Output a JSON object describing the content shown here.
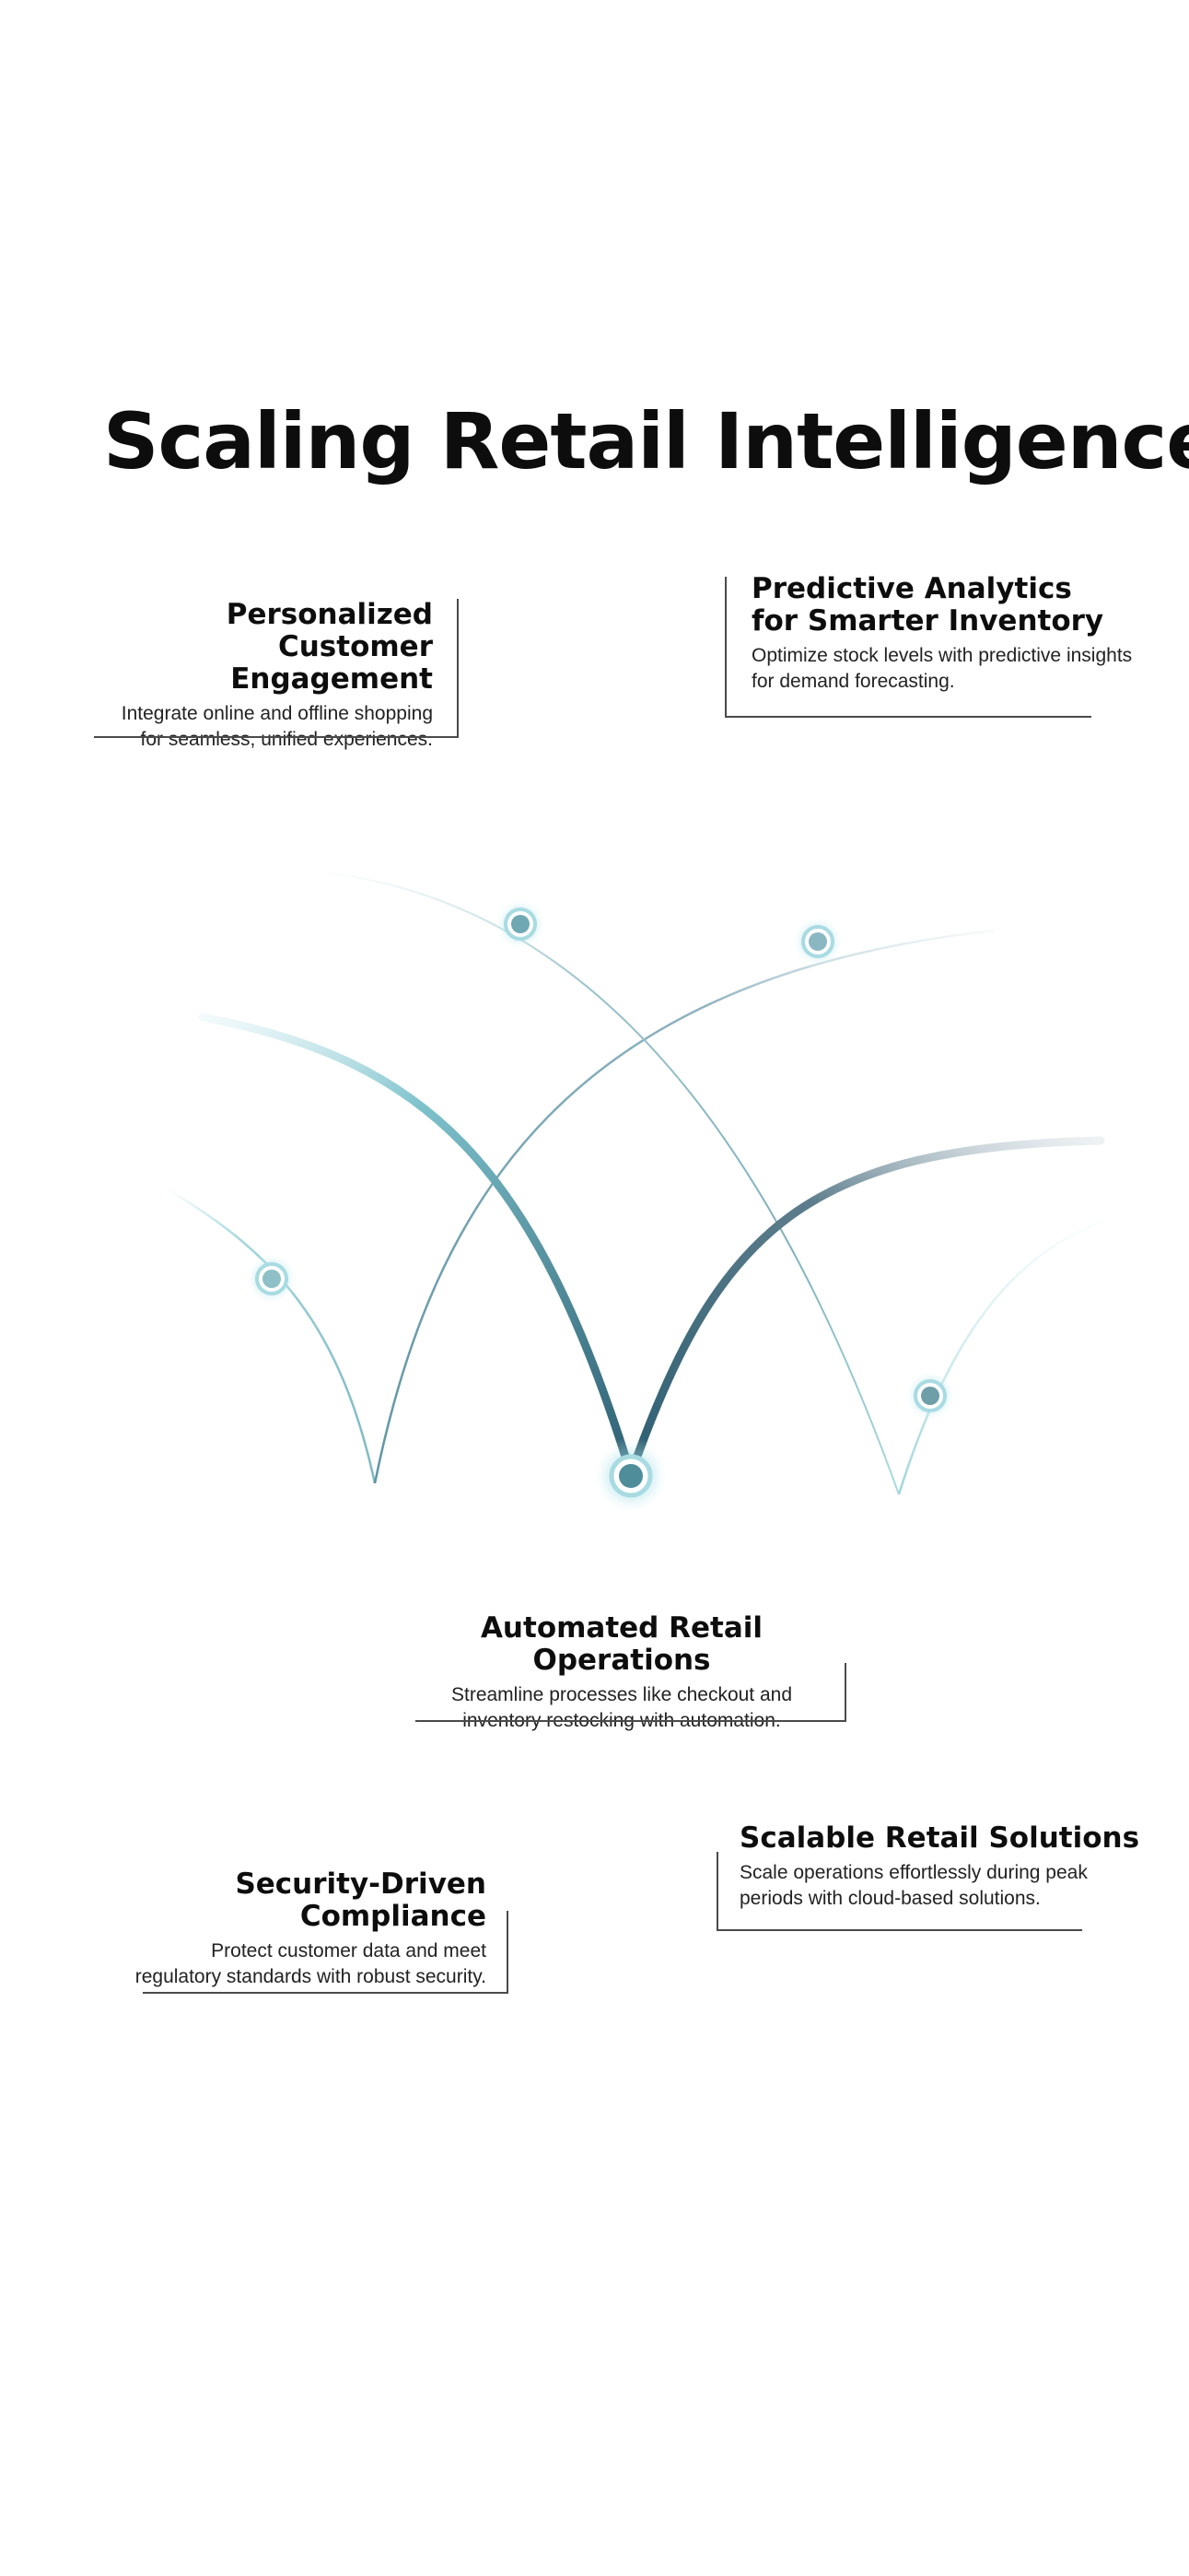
{
  "title": "Scaling Retail Intelligence",
  "cards": {
    "personalized": {
      "heading_line1": "Personalized Customer",
      "heading_line2": "Engagement",
      "body_line1": "Integrate online and offline shopping",
      "body_line2": "for seamless, unified experiences."
    },
    "predictive": {
      "heading_line1": "Predictive Analytics",
      "heading_line2": "for Smarter Inventory",
      "body_line1": "Optimize stock levels with predictive insights",
      "body_line2": "for demand forecasting."
    },
    "automated": {
      "heading": "Automated Retail Operations",
      "body_line1": "Streamline processes like checkout and",
      "body_line2": "inventory restocking with automation."
    },
    "scalable": {
      "heading": "Scalable Retail Solutions",
      "body_line1": "Scale operations effortlessly during peak",
      "body_line2": "periods with cloud-based solutions."
    },
    "security": {
      "heading": "Security-Driven Compliance",
      "body_line1": "Protect customer data and meet",
      "body_line2": "regulatory standards with robust security."
    }
  },
  "colors": {
    "accent_dark": "#2f6378",
    "accent_light": "#9fd3d8",
    "node_fill": "#4f8d9a",
    "node_glow": "#8fd0dc",
    "rule": "#4a4a4a"
  }
}
